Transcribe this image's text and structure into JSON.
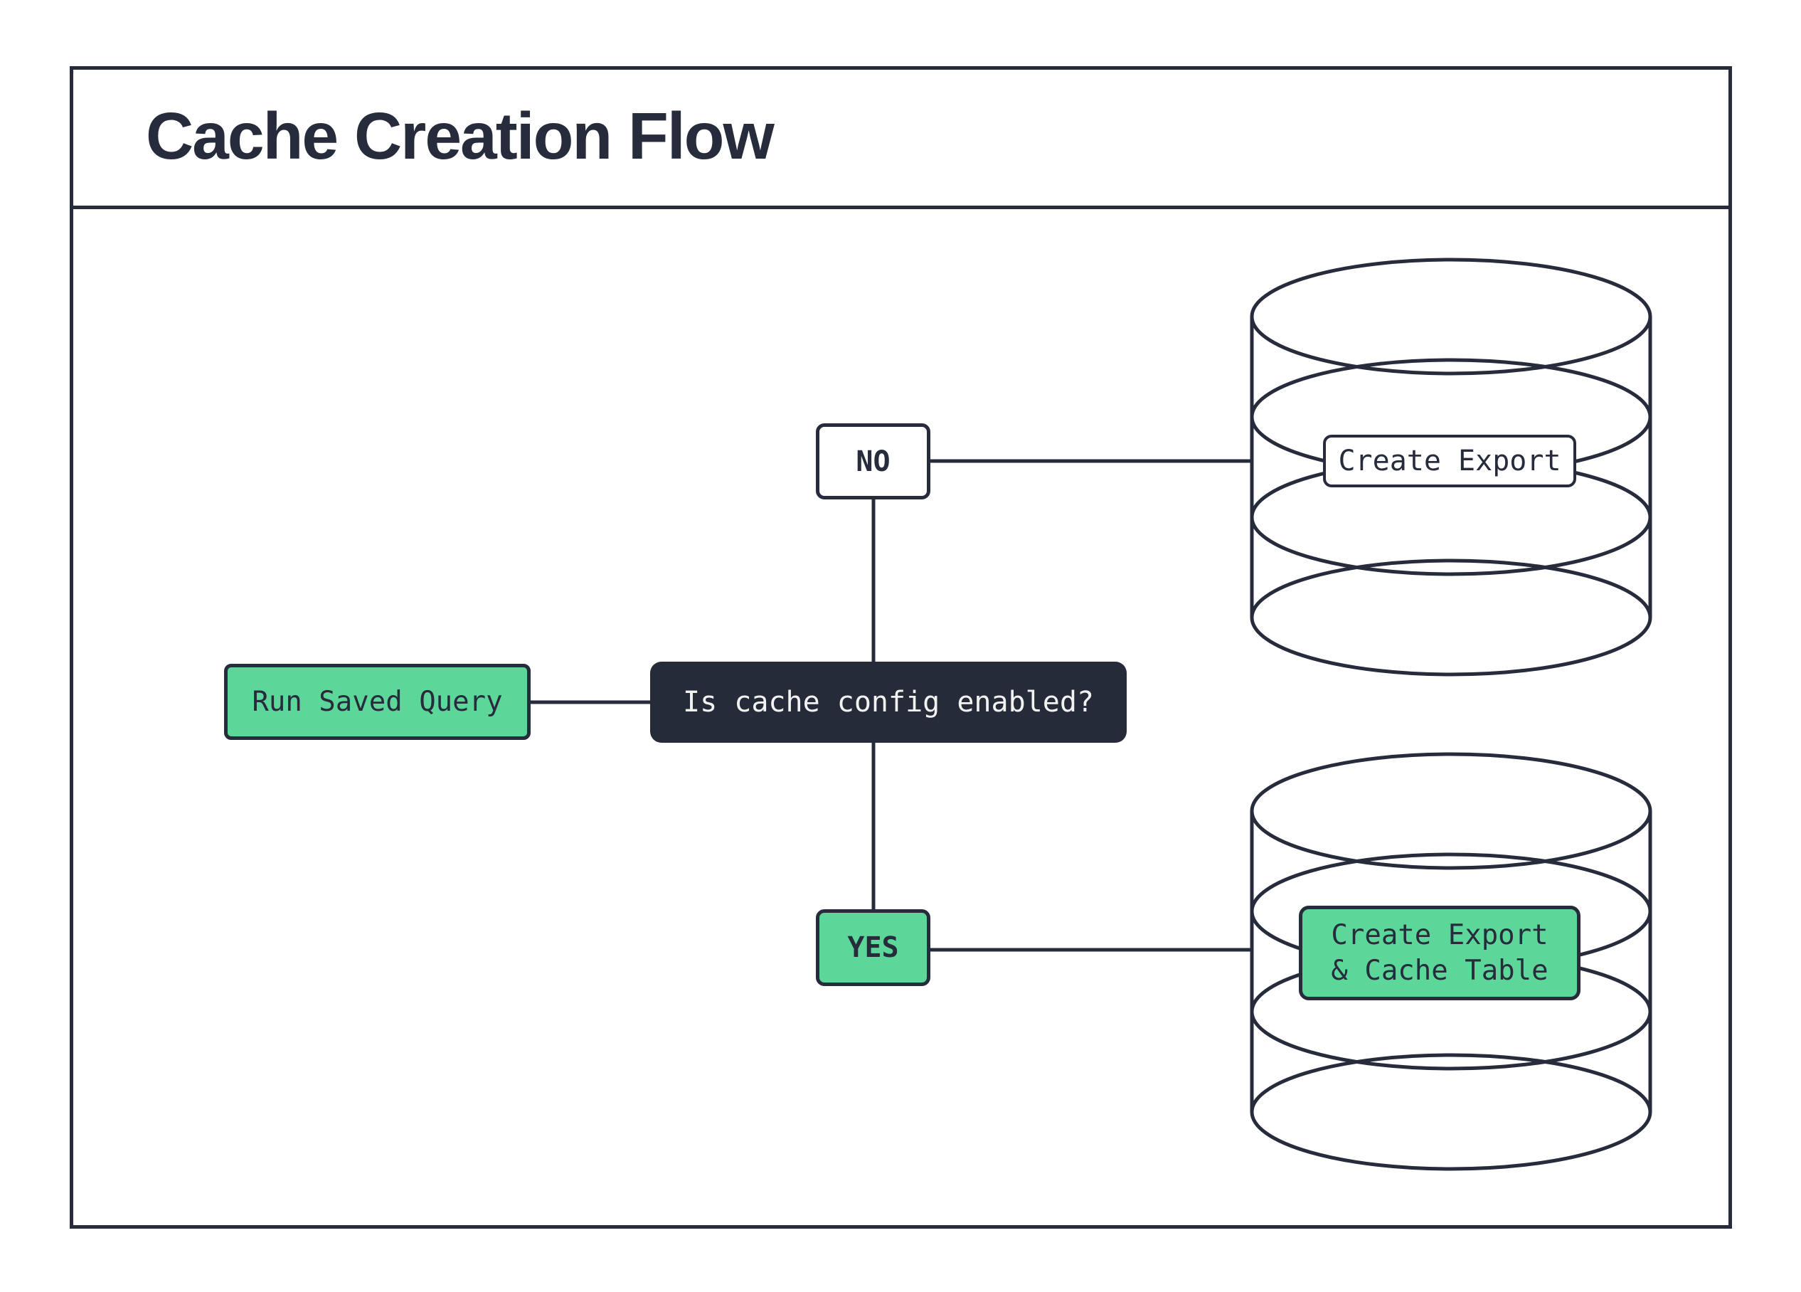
{
  "title": "Cache Creation Flow",
  "colors": {
    "ink": "#272c3c",
    "decision_fill": "#262b39",
    "accent_green": "#5dd69a",
    "light_text": "#f2f2f1",
    "background": "#ffffff"
  },
  "nodes": {
    "start": {
      "label": "Run Saved Query"
    },
    "decision": {
      "label": "Is cache config enabled?"
    },
    "branch_no": {
      "label": "NO"
    },
    "branch_yes": {
      "label": "YES"
    },
    "no_outcome": {
      "label": "Create Export",
      "icon": "database-icon"
    },
    "yes_outcome": {
      "label_line1": "Create Export",
      "label_line2": "& Cache Table",
      "icon": "database-icon"
    }
  }
}
